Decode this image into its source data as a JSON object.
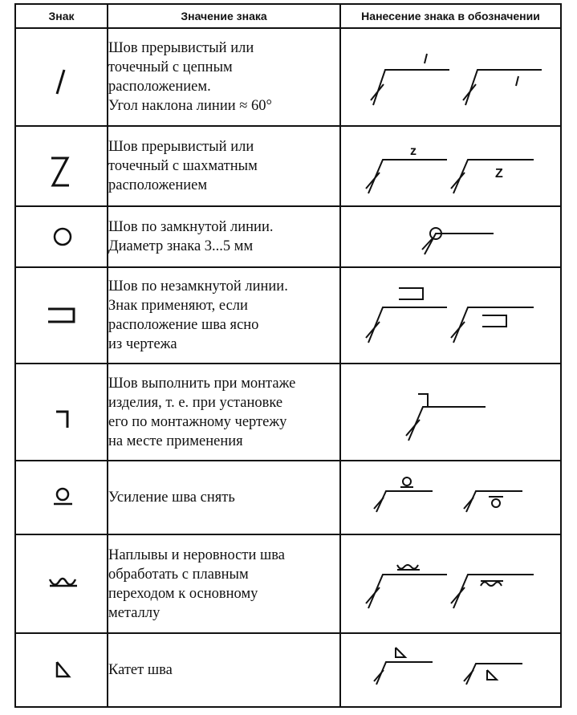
{
  "header": {
    "sign": "Знак",
    "meaning": "Значение знака",
    "application": "Нанесение знака в обозначении"
  },
  "rows": [
    {
      "sign_icon": "slash-icon",
      "lines": [
        "Шов прерывистый или",
        "точечный с цепным",
        "расположением.",
        "Угол наклона линии ≈ 60°"
      ]
    },
    {
      "sign_icon": "z-icon",
      "sign_glyph": "Z",
      "glyph_small": "z",
      "glyph_small_2": "Z",
      "lines": [
        "Шов прерывистый или",
        "точечный с шахматным",
        "расположением"
      ]
    },
    {
      "sign_icon": "circle-icon",
      "lines": [
        "Шов по замкнутой линии.",
        "Диаметр знака 3...5 мм"
      ]
    },
    {
      "sign_icon": "open-bracket-icon",
      "lines": [
        "Шов по незамкнутой линии.",
        "Знак применяют, если",
        "расположение шва ясно",
        "из чертежа"
      ]
    },
    {
      "sign_icon": "corner-flag-icon",
      "lines": [
        "Шов выполнить при монтаже",
        "изделия, т. е. при установке",
        "его по монтажному чертежу",
        "на месте применения"
      ]
    },
    {
      "sign_icon": "reinforcement-remove-icon",
      "lines": [
        "Усиление шва снять"
      ]
    },
    {
      "sign_icon": "smooth-transition-icon",
      "lines": [
        "Наплывы и неровности шва",
        "обработать с плавным",
        "переходом к основному",
        "металлу"
      ]
    },
    {
      "sign_icon": "triangle-leg-icon",
      "lines": [
        "Катет шва"
      ]
    }
  ]
}
